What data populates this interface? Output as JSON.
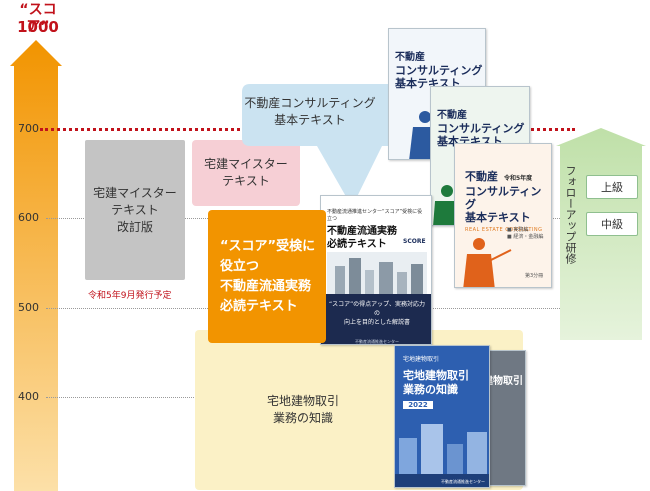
{
  "axis": {
    "title": "“スコア”",
    "max": "1000",
    "ticks": [
      "700",
      "600",
      "500",
      "400"
    ],
    "color": "#f29400",
    "threshold_color": "#c1121b"
  },
  "boxes": {
    "gray": {
      "line1": "宅建マイスター",
      "line2": "テキスト",
      "line3": "改訂版",
      "note": "令和5年9月発行予定"
    },
    "pink": {
      "line1": "宅建マイスター",
      "line2": "テキスト"
    },
    "blue": {
      "line1": "不動産コンサルティング",
      "line2": "基本テキスト"
    },
    "orange": {
      "line1": "“スコア”受検に",
      "line2": "役立つ",
      "line3": "不動産流通実務",
      "line4": "必読テキスト"
    },
    "yellow": {
      "line1": "宅地建物取引",
      "line2": "業務の知識"
    }
  },
  "follow_up": {
    "label": "フォローアップ研修",
    "levels": [
      "上級",
      "中級"
    ]
  },
  "books": {
    "consulting": {
      "line1": "不動産",
      "year": "令和5年度",
      "line2": "コンサルティング",
      "line3": "基本テキスト",
      "subtitle": "REAL ESTATE CONSULTING",
      "sections": [
        "■ 実務編",
        "■ 経済・金融編"
      ],
      "volume": "第3分冊"
    },
    "ryutsu": {
      "top": "不動産流通推進センター“スコア”受検に役立つ",
      "title1": "不動産流通実務",
      "title2": "必読テキスト",
      "badge": "SCORE",
      "desc1": "“スコア”の得点アップ、実務対応力の",
      "desc2": "向上を目的とした解説書",
      "publisher": "不動産流通推進センター"
    },
    "chishiki": {
      "top": "宅地建物取引",
      "title1": "宅地建物取引",
      "title2": "業務の知識",
      "year": "2022",
      "publisher": "不動産流通推進センター"
    }
  }
}
